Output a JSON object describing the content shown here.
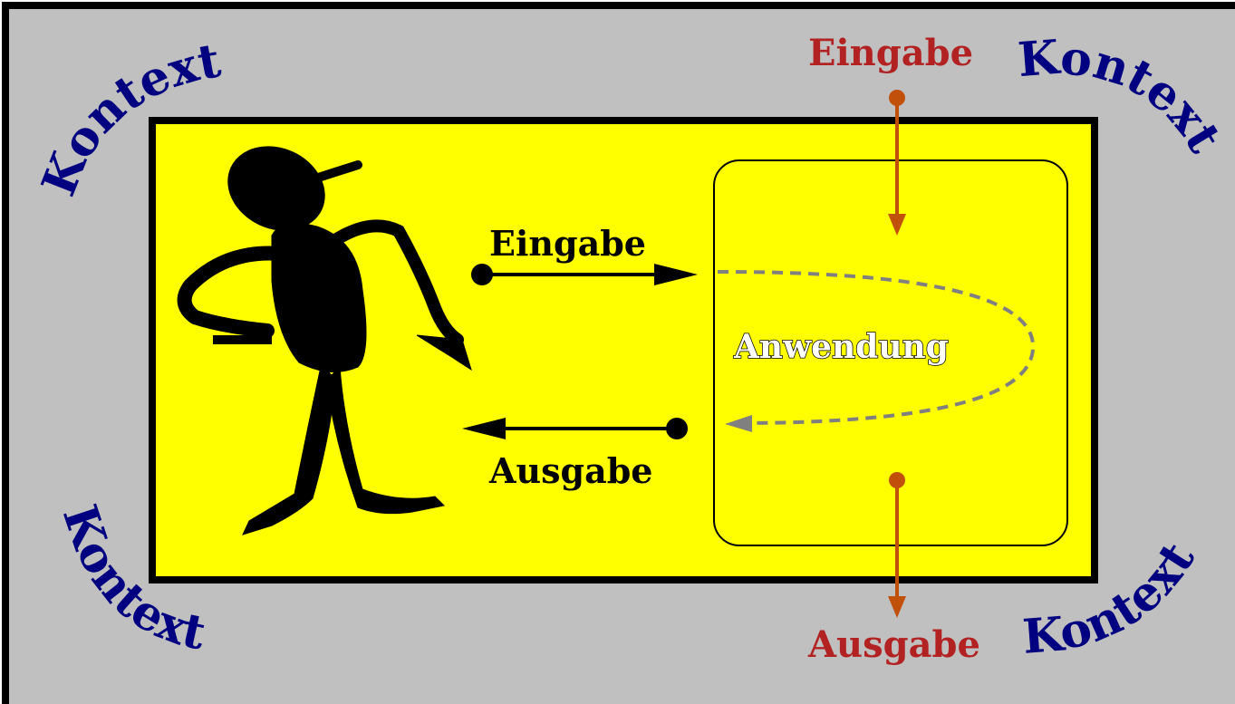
{
  "diagram": {
    "context_label": "Kontext",
    "context_corners": [
      {
        "id": "top-left",
        "text": "Kontext"
      },
      {
        "id": "top-right",
        "text": "Kontext"
      },
      {
        "id": "bottom-left",
        "text": "Kontext"
      },
      {
        "id": "bottom-right",
        "text": "Kontext"
      }
    ],
    "user_input_label": "Eingabe",
    "user_output_label": "Ausgabe",
    "application_label": "Anwendung",
    "external_input_label": "Eingabe",
    "external_output_label": "Ausgabe",
    "colors": {
      "background": "#c0c0c0",
      "inner_panel": "#ffff00",
      "context_text": "#000080",
      "external_text": "#b22222",
      "external_arrow": "#c0500a",
      "dashed_loop": "#808080",
      "figure": "#000000"
    }
  }
}
